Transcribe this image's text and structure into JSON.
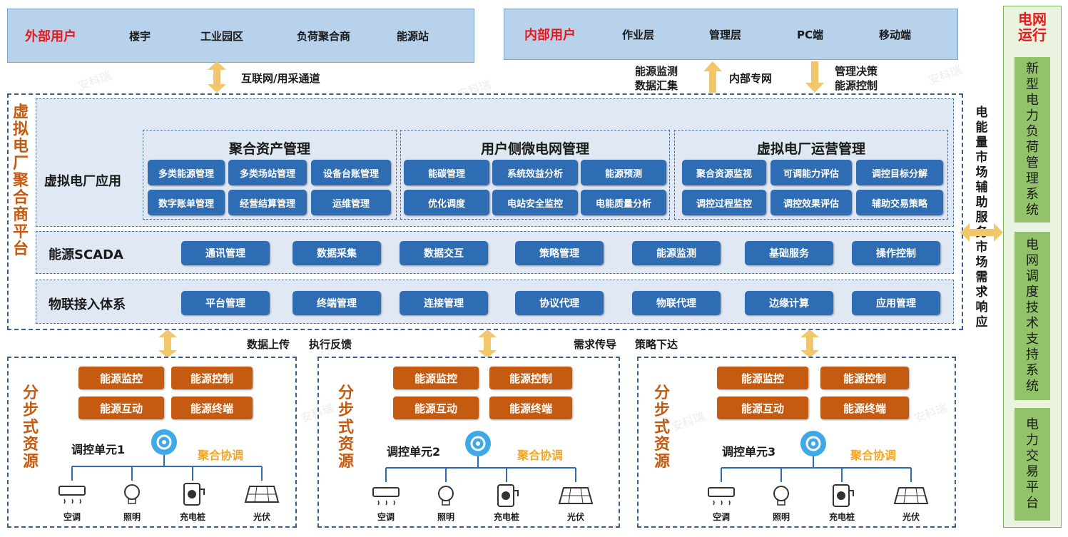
{
  "external_users": {
    "title": "外部用户",
    "items": [
      "楼宇",
      "工业园区",
      "负荷聚合商",
      "能源站"
    ]
  },
  "internal_users": {
    "title": "内部用户",
    "items": [
      "作业层",
      "管理层",
      "PC端",
      "移动端"
    ]
  },
  "channels": {
    "internet": "互联网/用采通道",
    "monitor_line1": "能源监测",
    "monitor_line2": "数据汇集",
    "private_net": "内部专网",
    "decision_line1": "管理决策",
    "decision_line2": "能源控制",
    "upload": "数据上传",
    "feedback": "执行反馈",
    "demand": "需求传导",
    "strategy": "策略下达"
  },
  "platform": {
    "title": "虚拟电厂聚合商平台",
    "app_layer": {
      "name": "虚拟电厂应用",
      "groups": [
        {
          "title": "聚合资产管理",
          "rows": [
            [
              "多类能源管理",
              "多类场站管理",
              "设备台账管理"
            ],
            [
              "数字账单管理",
              "经营结算管理",
              "运维管理"
            ]
          ]
        },
        {
          "title": "用户侧微电网管理",
          "rows": [
            [
              "能碳管理",
              "系统效益分析",
              "能源预测"
            ],
            [
              "优化调度",
              "电站安全监控",
              "电能质量分析"
            ]
          ]
        },
        {
          "title": "虚拟电厂运营管理",
          "rows": [
            [
              "聚合资源监视",
              "可调能力评估",
              "调控目标分解"
            ],
            [
              "调控过程监控",
              "调控效果评估",
              "辅助交易策略"
            ]
          ]
        }
      ]
    },
    "scada_layer": {
      "name": "能源SCADA",
      "items": [
        "通讯管理",
        "数据采集",
        "数据交互",
        "策略管理",
        "能源监测",
        "基础服务",
        "操作控制"
      ]
    },
    "iot_layer": {
      "name": "物联接入体系",
      "items": [
        "平台管理",
        "终端管理",
        "连接管理",
        "协议代理",
        "物联代理",
        "边缘计算",
        "应用管理"
      ]
    }
  },
  "markets": {
    "text": "电能量市场 辅助服务市场 需求响应"
  },
  "grid": {
    "title": "电网运行",
    "systems": [
      "新型电力负荷管理系统",
      "电网调度技术支持系统",
      "电力交易平台"
    ]
  },
  "resources": {
    "title": "分步式资源",
    "buttons": [
      "能源监控",
      "能源控制",
      "能源互动",
      "能源终端"
    ],
    "coord": "聚合协调",
    "units": [
      "调控单元1",
      "调控单元2",
      "调控单元3"
    ],
    "devices": [
      "空调",
      "照明",
      "充电桩",
      "光伏"
    ]
  },
  "watermark": "安科瑞",
  "colors": {
    "accent_red": "#e8191c",
    "orange": "#c55a11",
    "blue": "#2e6db4",
    "green": "#92c36a",
    "arrow": "#f2c66b"
  }
}
